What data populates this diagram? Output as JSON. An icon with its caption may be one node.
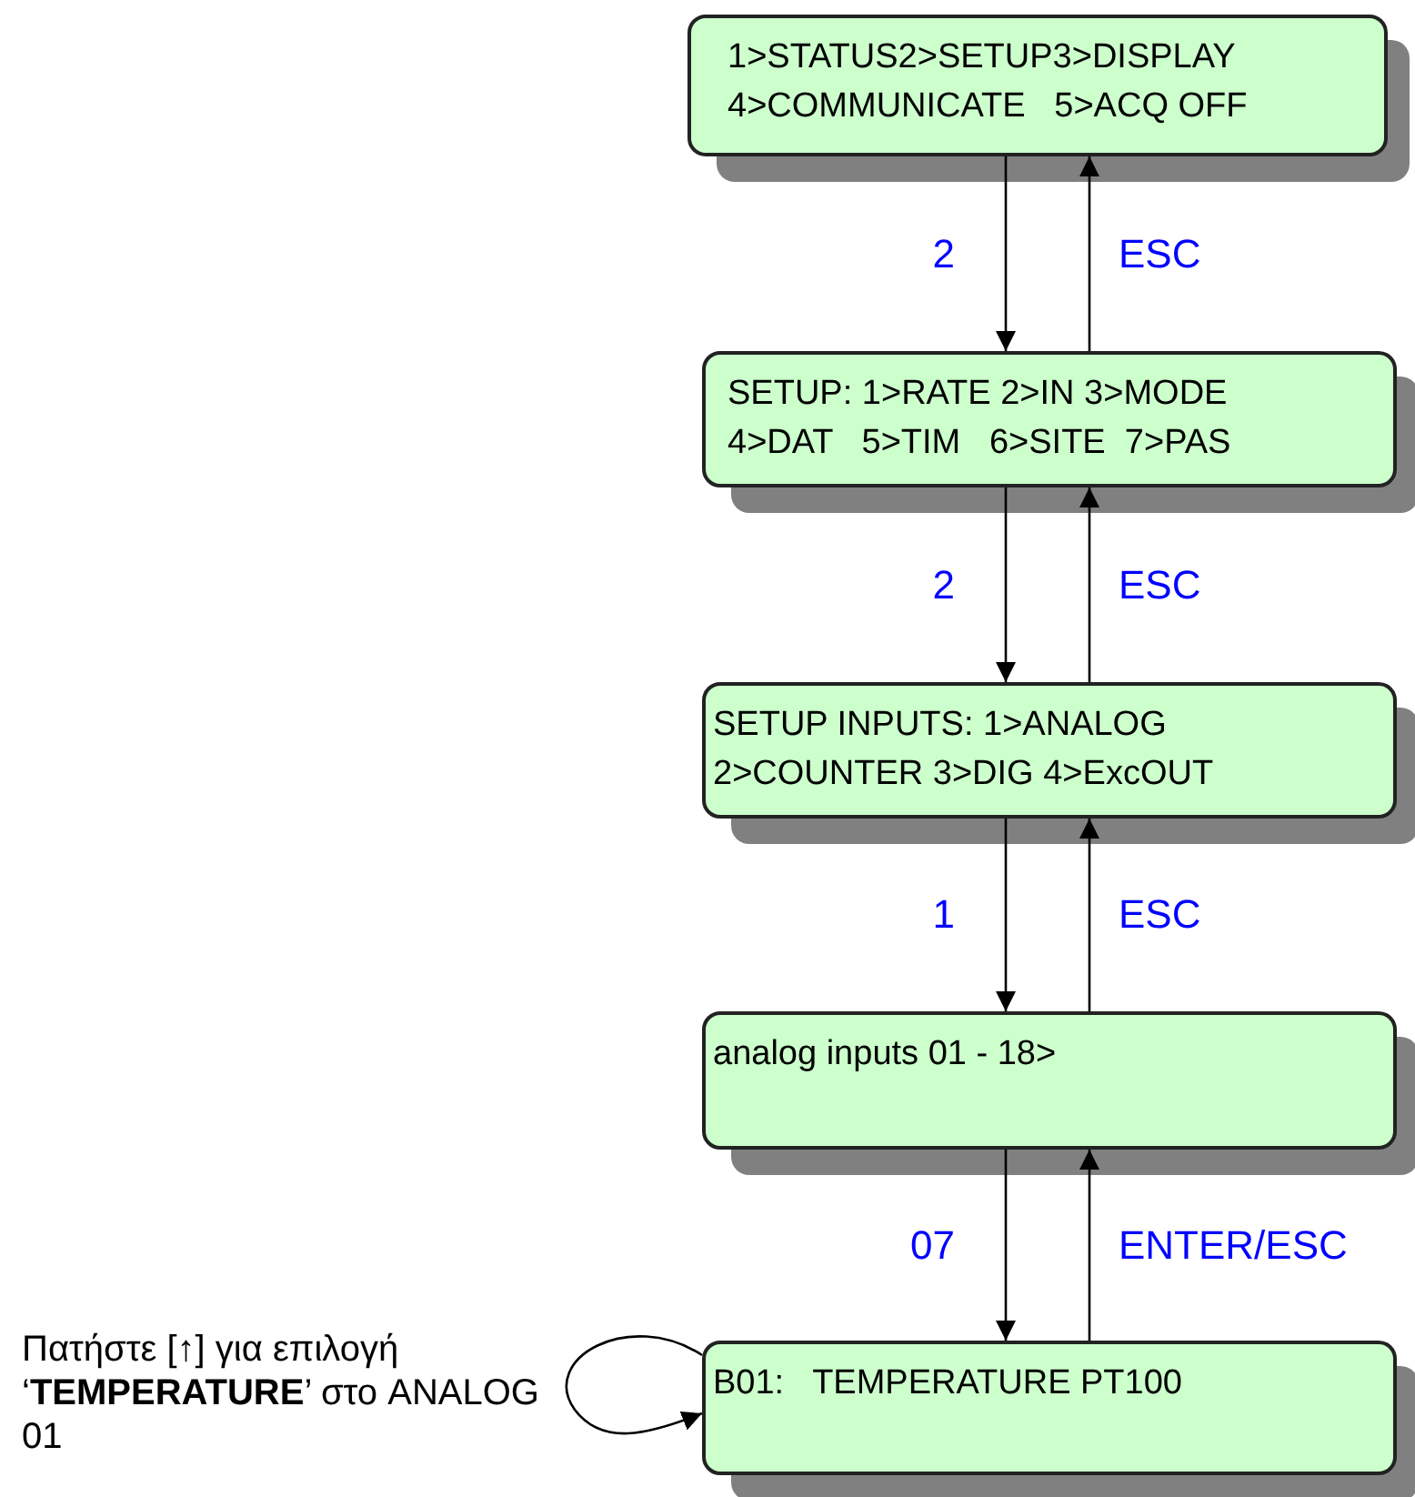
{
  "diagram": {
    "nodes": [
      {
        "text": [
          "1>STATUS2>SETUP3>DISPLAY",
          "4>COMMUNICATE   5>ACQ OFF"
        ]
      },
      {
        "text": [
          "SETUP: 1>RATE 2>IN 3>MODE",
          "4>DAT   5>TIM   6>SITE  7>PAS"
        ]
      },
      {
        "text": [
          "SETUP INPUTS: 1>ANALOG",
          "2>COUNTER 3>DIG 4>ExcOUT"
        ]
      },
      {
        "text": [
          "analog inputs 01 - 18>"
        ]
      },
      {
        "text": [
          "B01:   TEMPERATURE PT100"
        ]
      }
    ],
    "edges": [
      {
        "from": 0,
        "to": 1,
        "arrow": "to",
        "label": "2"
      },
      {
        "from": 1,
        "to": 0,
        "arrow": "to",
        "label": "ESC"
      },
      {
        "from": 1,
        "to": 2,
        "arrow": "to",
        "label": "2"
      },
      {
        "from": 2,
        "to": 1,
        "arrow": "to",
        "label": "ESC"
      },
      {
        "from": 2,
        "to": 3,
        "arrow": "to",
        "label": "1"
      },
      {
        "from": 3,
        "to": 2,
        "arrow": "to",
        "label": "ESC"
      },
      {
        "from": 3,
        "to": 4,
        "arrow": "to",
        "label": "07"
      },
      {
        "from": 4,
        "to": 3,
        "arrow": "to",
        "label": "ENTER/ESC"
      },
      {
        "from": 4,
        "to": 4,
        "arrow": "to"
      }
    ],
    "labels": [
      "Πατήστε [↑] για επιλογή ‘**TEMPERATURE**’ στο ANALOG 01"
    ]
  }
}
